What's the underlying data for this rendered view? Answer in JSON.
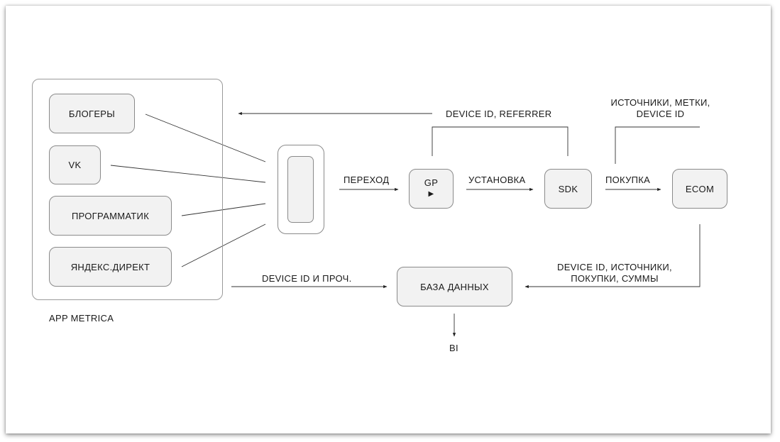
{
  "sources": {
    "bloggers": "БЛОГЕРЫ",
    "vk": "VK",
    "programmatic": "ПРОГРАММАТИК",
    "yandex_direct": "ЯНДЕКС.ДИРЕКТ"
  },
  "group_label": "APP METRICA",
  "nodes": {
    "gp": "GP",
    "gp_icon": "play-icon",
    "sdk": "SDK",
    "ecom": "ECOM",
    "database": "БАЗА ДАННЫХ",
    "bi": "BI"
  },
  "edges": {
    "transition": "ПЕРЕХОД",
    "install": "УСТАНОВКА",
    "purchase": "ПОКУПКА",
    "device_referrer": "DEVICE ID, REFERRER",
    "sources_tags_line1": "ИСТОЧНИКИ, МЕТКИ,",
    "sources_tags_line2": "DEVICE ID",
    "device_other": "DEVICE ID И ПРОЧ.",
    "ecom_db_line1": "DEVICE ID, ИСТОЧНИКИ,",
    "ecom_db_line2": "ПОКУПКИ, СУММЫ"
  }
}
